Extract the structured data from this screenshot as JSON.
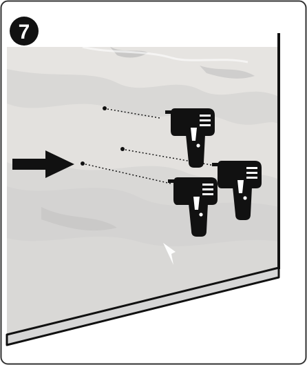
{
  "step": {
    "number": "7"
  },
  "icons": {
    "step_badge": "step-number-badge",
    "arrow": "right-arrow-icon",
    "drill": "power-drill-icon",
    "hole_mark": "hole-dot-marker"
  },
  "scene": {
    "description_kind": "instruction-illustration",
    "drill_count": 3
  },
  "colors": {
    "ink": "#111111",
    "wall_light": "#e6e4e1",
    "wall_mid": "#d9d8d6",
    "wall_dark": "#cfcfcf",
    "floor": "#d6d6d6",
    "frame_border": "#333333"
  }
}
